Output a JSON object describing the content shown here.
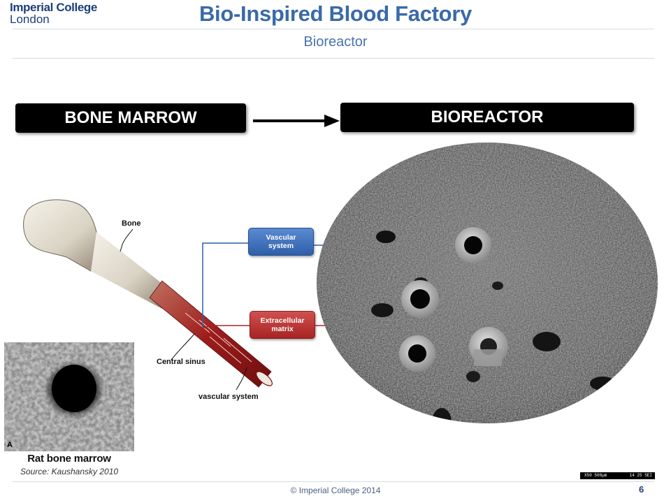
{
  "header": {
    "logo_line1": "Imperial College",
    "logo_line2": "London",
    "title": "Bio-Inspired Blood Factory",
    "subtitle": "Bioreactor"
  },
  "banners": {
    "left": "BONE MARROW",
    "right": "BIOREACTOR"
  },
  "bone_labels": {
    "bone": "Bone",
    "central_sinus": "Central sinus",
    "vascular_system": "vascular system"
  },
  "callouts": {
    "vascular_line1": "Vascular",
    "vascular_line2": "system",
    "extracellular_line1": "Extracellular",
    "extracellular_line2": "matrix",
    "vascular_color": "#2f5fa8",
    "extracellular_color": "#a82424"
  },
  "rat_image": {
    "caption": "Rat bone marrow",
    "source": "Source: Kaushansky 2010",
    "corner_mark": "A"
  },
  "sem_scale": {
    "left_text": "X50 500µm",
    "right_text": "14 25 SEI"
  },
  "footer": {
    "copyright": "© Imperial College 2014",
    "page_number": "6"
  }
}
